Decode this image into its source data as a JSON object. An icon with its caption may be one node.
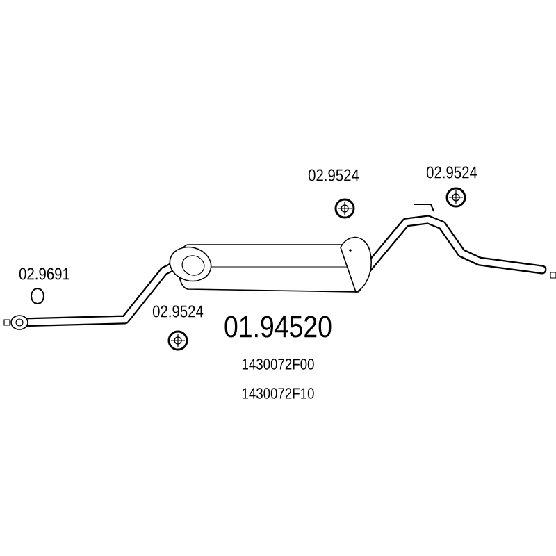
{
  "diagram": {
    "labels": [
      "02.9524",
      "02.9524",
      "02.9691",
      "02.9524",
      "01.94520",
      "1430072F00",
      "1430072F10"
    ]
  }
}
